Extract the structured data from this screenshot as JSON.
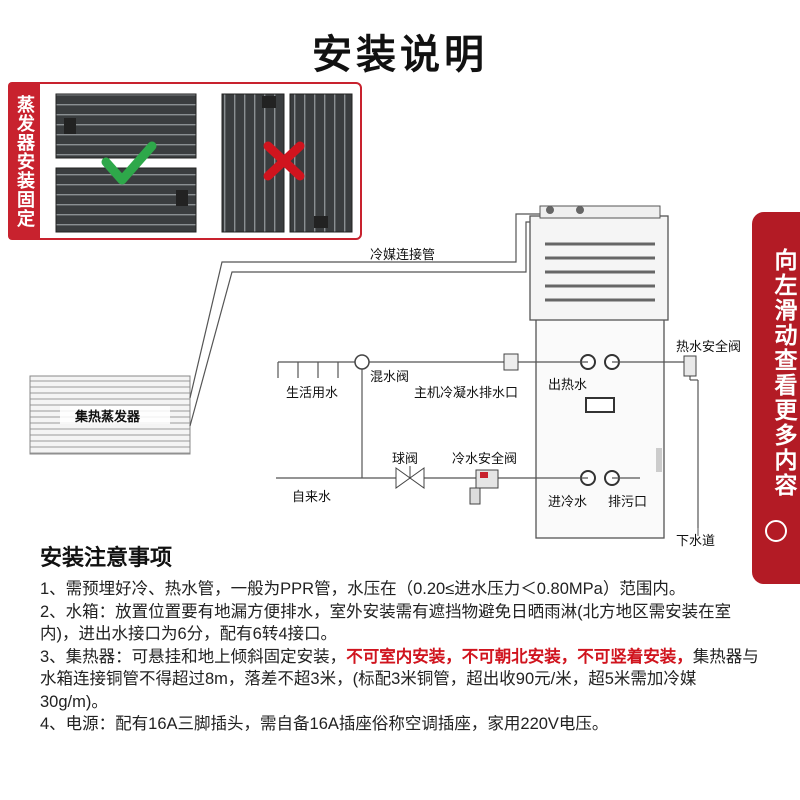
{
  "title": "安装说明",
  "evaporator_fix": {
    "label": "蒸发器安装固定",
    "ok_icon": "check-mark-icon",
    "ok_color": "#2ea84a",
    "bad_icon": "x-mark-icon",
    "bad_color": "#d0141e"
  },
  "diagram": {
    "refrigerant_pipe": "冷媒连接管",
    "collector": "集热蒸发器",
    "domestic_water": "生活用水",
    "mixing_valve": "混水阀",
    "condensate_outlet": "主机冷凝水排水口",
    "hot_water_out": "出热水",
    "hot_safety_valve": "热水安全阀",
    "ball_valve": "球阀",
    "cold_safety_valve": "冷水安全阀",
    "tap_water": "自来水",
    "cold_water_in": "进冷水",
    "drain_outlet": "排污口",
    "sewer": "下水道"
  },
  "side_tab": {
    "text": "向左滑动查看更多内容",
    "icon": "circle-arrow-icon"
  },
  "notes": {
    "title": "安装注意事项",
    "item1": "1、需预埋好冷、热水管，一般为PPR管，水压在（0.20≤进水压力＜0.80MPa）范围内。",
    "item2": "2、水箱：放置位置要有地漏方便排水，室外安装需有遮挡物避免日晒雨淋(北方地区需安装在室内)，进出水接口为6分，配有6转4接口。",
    "item3_a": "3、集热器：可悬挂和地上倾斜固定安装，",
    "item3_red": "不可室内安装，不可朝北安装，不可竖着安装，",
    "item3_b": "集热器与水箱连接铜管不得超过8m，落差不超3米，(标配3米铜管，超出收90元/米，超5米需加冷媒30g/m)。",
    "item4": "4、电源：配有16A三脚插头，需自备16A插座俗称空调插座，家用220V电压。"
  }
}
